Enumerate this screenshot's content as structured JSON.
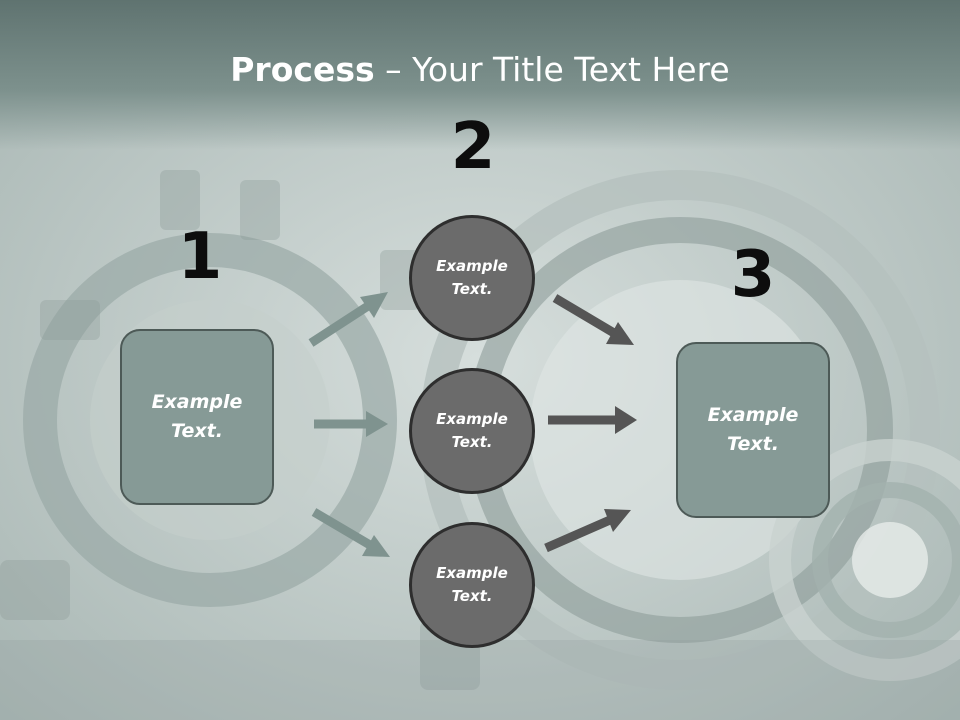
{
  "title": {
    "bold": "Process",
    "rest": " – Your Title Text Here"
  },
  "steps": [
    {
      "number": "1",
      "text": "Example\nText."
    },
    {
      "number": "2",
      "items": [
        "Example\nText.",
        "Example\nText.",
        "Example\nText."
      ]
    },
    {
      "number": "3",
      "text": "Example\nText."
    }
  ],
  "colors": {
    "box_fill": "#869a96",
    "circle_fill": "#6b6b6b",
    "arrow_left": "#7f938f",
    "arrow_right": "#555555",
    "title_band": "#5f7370"
  }
}
